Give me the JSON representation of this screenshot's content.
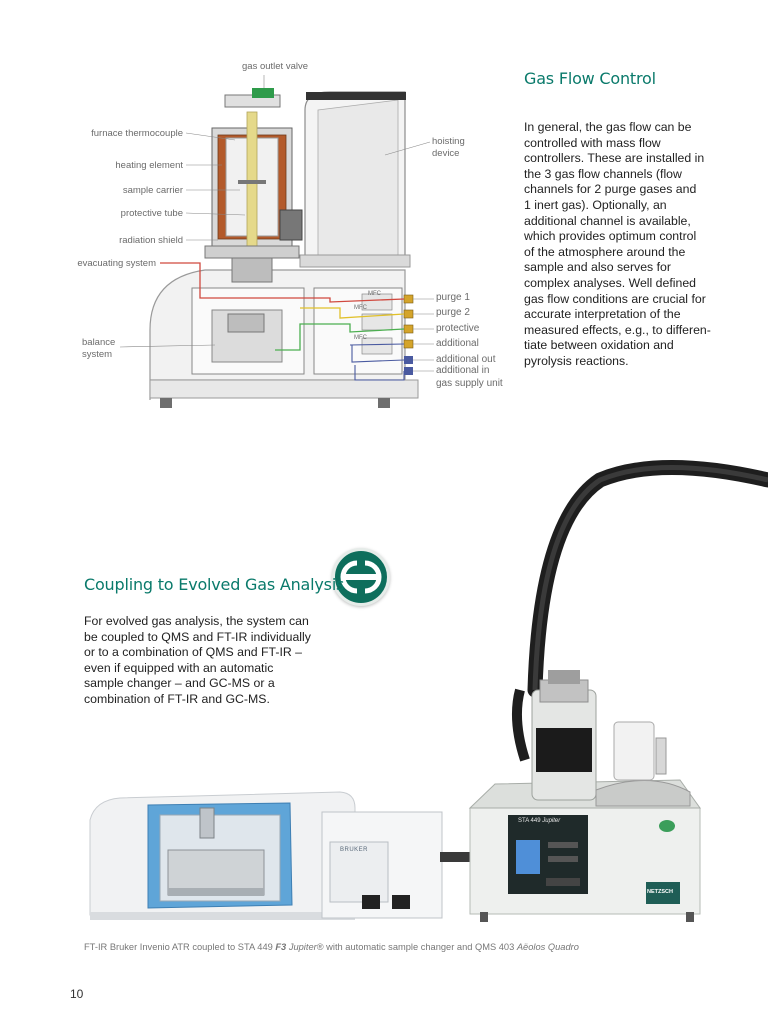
{
  "gas_flow": {
    "title": "Gas Flow Control",
    "lines": [
      "In general, the gas flow can be",
      "controlled with mass flow",
      "controllers. These are installed in",
      "the 3 gas flow channels (flow",
      "channels for 2 purge gases and",
      "1 inert gas). Optionally, an",
      "additional channel is available,",
      "which provides optimum control",
      "of the atmosphere around the",
      "sample and also serves for",
      "complex analyses. Well defined",
      "gas flow conditions are crucial for",
      "accurate interpretation of the",
      "measured effects, e.g., to differen-",
      "tiate between oxidation and",
      "pyrolysis reactions."
    ]
  },
  "diagram": {
    "top_label": "gas outlet valve",
    "left_labels": [
      "furnace thermocouple",
      "heating element",
      "sample carrier",
      "protective tube",
      "radiation shield",
      "evacuating system"
    ],
    "balance_label_1": "balance",
    "balance_label_2": "system",
    "hoisting_1": "hoisting",
    "hoisting_2": "device",
    "mfc": "MFC",
    "right_labels": [
      "purge 1",
      "purge 2",
      "protective",
      "additional",
      "additional out",
      "additional  in",
      "gas supply unit"
    ]
  },
  "coupling": {
    "title": "Coupling to Evolved Gas Analysis",
    "lines": [
      "For evolved gas analysis, the system can",
      "be coupled to QMS and FT-IR individually",
      "or to a combination of QMS and FT-IR –",
      "even if equipped with an automatic",
      "sample changer – and GC-MS or a",
      "combination of FT-IR and GC-MS."
    ]
  },
  "photo": {
    "ftir_brand": "BRUKER",
    "sta_label": "STA 449",
    "sta_model": "Jupiter",
    "brand": "NETZSCH"
  },
  "caption": {
    "part1": "FT-IR Bruker Invenio ATR coupled to STA 449 ",
    "part2": "F3",
    "part3": " Jupiter",
    "part4": "® with automatic sample changer and QMS 403 ",
    "part5": "Aëolos Quadro"
  },
  "page_number": "10",
  "colors": {
    "accent": "#0a7a6b",
    "purge1": "#d0493f",
    "purge2": "#e1c12b",
    "protective": "#4caf50",
    "additional": "#4a5aa0"
  }
}
